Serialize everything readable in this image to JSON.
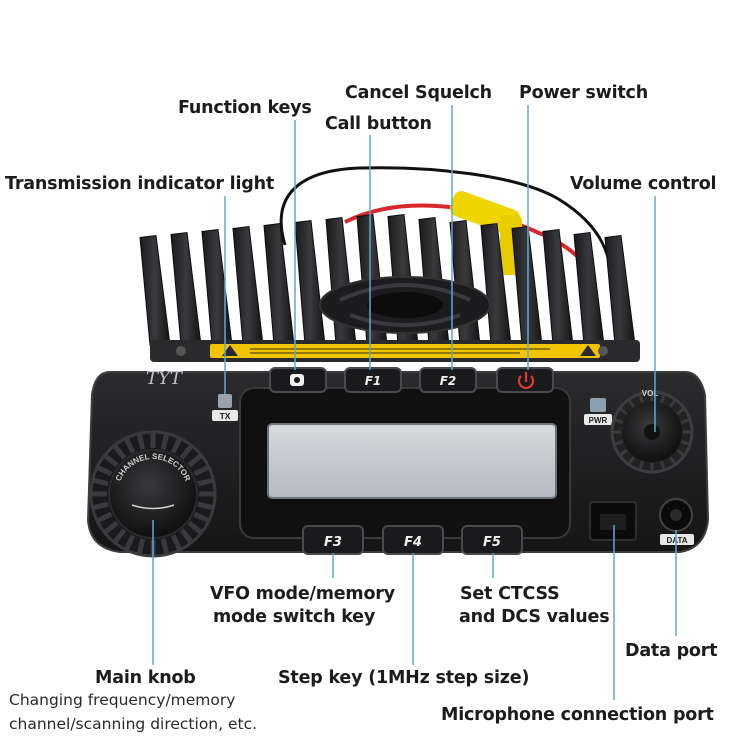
{
  "brand": "TYT",
  "keys": {
    "f1": "F1",
    "f2": "F2",
    "f3": "F3",
    "f4": "F4",
    "f5": "F5"
  },
  "indicators": {
    "tx": "TX",
    "pwr": "PWR",
    "vol": "VOL",
    "data": "DATA",
    "channel_selector": "CHANNEL SELECTOR"
  },
  "callouts": {
    "function_keys": "Function keys",
    "cancel_squelch": "Cancel Squelch",
    "call_button": "Call button",
    "power_switch": "Power switch",
    "transmission_indicator": "Transmission indicator light",
    "volume_control": "Volume control",
    "vfo_line1": "VFO mode/memory",
    "vfo_line2": "mode switch key",
    "ctcss_line1": "Set CTCSS",
    "ctcss_line2": "and DCS values",
    "data_port": "Data port",
    "main_knob": "Main knob",
    "main_knob_desc_line1": "Changing frequency/memory",
    "main_knob_desc_line2": "channel/scanning direction, etc.",
    "step_key": "Step key (1MHz step size)",
    "mic_port": "Microphone connection port"
  },
  "colors": {
    "leader": "#5aa9d6",
    "body": "#1d1d1f",
    "label_warning": "#f2c400",
    "led_tx": "#9aa3ad",
    "led_pwr": "#8aa0b0",
    "power_icon": "#e23b2e",
    "cable_red": "#d8262a",
    "cable_yellow": "#f0d600",
    "lcd": "#c7ccd1"
  }
}
